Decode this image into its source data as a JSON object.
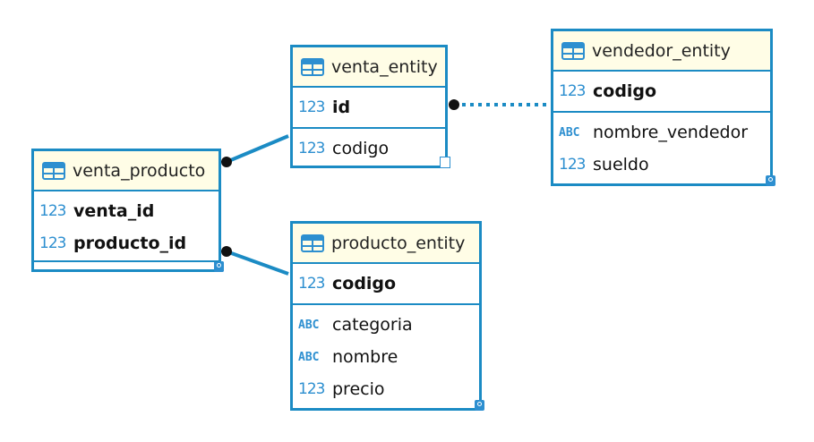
{
  "entities": {
    "venta_producto": {
      "title": "venta_producto",
      "key_columns": [
        {
          "icon": "numeric-key-icon",
          "type_label": "123",
          "name": "venta_id"
        },
        {
          "icon": "numeric-key-icon",
          "type_label": "123",
          "name": "producto_id"
        }
      ]
    },
    "venta_entity": {
      "title": "venta_entity",
      "key_columns": [
        {
          "icon": "numeric-key-icon",
          "type_label": "123",
          "name": "id"
        }
      ],
      "columns": [
        {
          "icon": "numeric-ref-icon",
          "type_label": "123",
          "name": "codigo"
        }
      ]
    },
    "vendedor_entity": {
      "title": "vendedor_entity",
      "key_columns": [
        {
          "icon": "numeric-key-icon",
          "type_label": "123",
          "name": "codigo"
        }
      ],
      "columns": [
        {
          "icon": "text-icon",
          "type_label": "ABC",
          "name": "nombre_vendedor"
        },
        {
          "icon": "numeric-icon",
          "type_label": "123",
          "name": "sueldo"
        }
      ]
    },
    "producto_entity": {
      "title": "producto_entity",
      "key_columns": [
        {
          "icon": "numeric-key-icon",
          "type_label": "123",
          "name": "codigo"
        }
      ],
      "columns": [
        {
          "icon": "text-icon",
          "type_label": "ABC",
          "name": "categoria"
        },
        {
          "icon": "text-icon",
          "type_label": "ABC",
          "name": "nombre"
        },
        {
          "icon": "numeric-icon",
          "type_label": "123",
          "name": "precio"
        }
      ]
    }
  },
  "relations": [
    {
      "from": "venta_producto",
      "to": "venta_entity",
      "style": "solid"
    },
    {
      "from": "venta_producto",
      "to": "producto_entity",
      "style": "solid"
    },
    {
      "from": "venta_entity",
      "to": "vendedor_entity",
      "style": "dotted"
    }
  ],
  "colors": {
    "border": "#1b8bc4",
    "header_bg": "#fffde6",
    "icon": "#2d8fd0"
  }
}
